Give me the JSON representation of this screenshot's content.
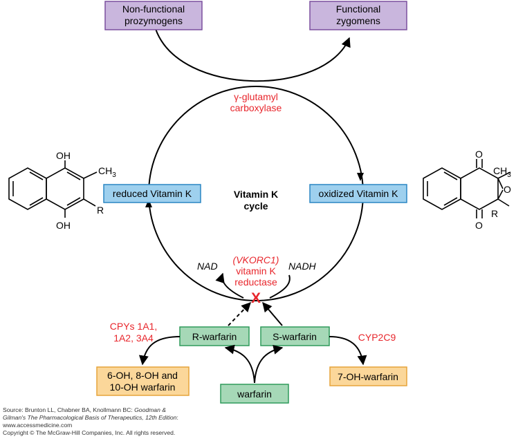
{
  "boxes": {
    "nonfunctional": [
      "Non-functional",
      "prozymogens"
    ],
    "functional": [
      "Functional",
      "zygomens"
    ],
    "reduced": "reduced Vitamin K",
    "oxidized": "oxidized Vitamin K",
    "r_warfarin": "R-warfarin",
    "s_warfarin": "S-warfarin",
    "warfarin": "warfarin",
    "metab_left": [
      "6-OH, 8-OH and",
      "10-OH warfarin"
    ],
    "metab_right": "7-OH-warfarin"
  },
  "labels": {
    "carboxylase": [
      "γ-glutamyl",
      "carboxylase"
    ],
    "cycle": [
      "Vitamin K",
      "cycle"
    ],
    "vkorc1": "(VKORC1)",
    "reductase": [
      "vitamin K",
      "reductase"
    ],
    "nad": "NAD",
    "nadh": "NADH",
    "inhibit": "X",
    "cyps": [
      "CPYs 1A1,",
      "1A2, 3A4"
    ],
    "cyp2c9": "CYP2C9"
  },
  "chem": {
    "left": {
      "oh_top": "OH",
      "ch3": "CH",
      "ch3_sub": "3",
      "r": "R",
      "oh_bottom": "OH"
    },
    "right": {
      "o_top": "O",
      "ch3": "CH",
      "ch3_sub": "3",
      "epox_o": "O",
      "r": "R",
      "o_bottom": "O"
    }
  },
  "colors": {
    "purple_fill": "#c9b6dd",
    "purple_stroke": "#7a4f9d",
    "blue_fill": "#9ed0ee",
    "blue_stroke": "#2a86c4",
    "green_fill": "#a6d8b7",
    "green_stroke": "#2e9a5a",
    "orange_fill": "#fbd79a",
    "orange_stroke": "#e6a43a",
    "red_text": "#e8262c"
  },
  "footer": {
    "source_prefix": "Source: Brunton LL, Chabner BA, Knollmann BC: ",
    "source_italic_1": "Goodman &",
    "source_italic_2": "Gilman's The Pharmacological Basis of Therapeutics, 12th Edition",
    "source_suffix": ":",
    "url": "www.accessmedicine.com",
    "copyright": "Copyright © The McGraw-Hill Companies, Inc. All rights reserved."
  }
}
